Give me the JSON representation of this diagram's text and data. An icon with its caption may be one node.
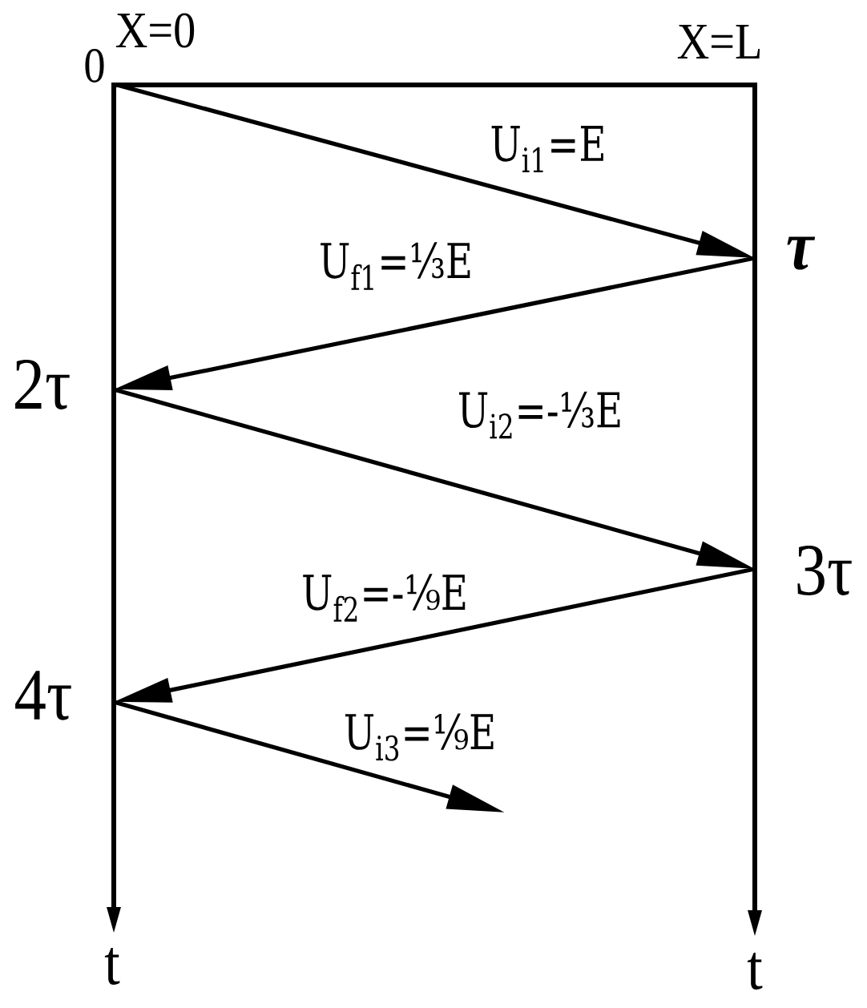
{
  "diagram": {
    "nodes": [
      {
        "text": [
          "0"
        ]
      },
      {
        "text": [
          "τ"
        ]
      },
      {
        "text": [
          "2τ"
        ]
      },
      {
        "text": [
          "3τ"
        ]
      },
      {
        "text": [
          "4τ"
        ]
      }
    ],
    "edges": [
      {
        "from": 0,
        "to": 1,
        "arrow": "to",
        "label": "U$_{i1}$=E"
      },
      {
        "from": 1,
        "to": 2,
        "arrow": "to",
        "label": "U$_{f1}$=⅓E"
      },
      {
        "from": 2,
        "to": 3,
        "arrow": "to",
        "label": "U$_{i2}$=-⅓E"
      },
      {
        "from": 3,
        "to": 4,
        "arrow": "to",
        "label": "U$_{f2}$=-⅑E"
      },
      {
        "from": 4,
        "to": null,
        "arrow": "to",
        "label": "U$_{i3}$=⅑E"
      }
    ],
    "labels": [
      "X=0",
      "X=L",
      "t",
      "t"
    ]
  }
}
